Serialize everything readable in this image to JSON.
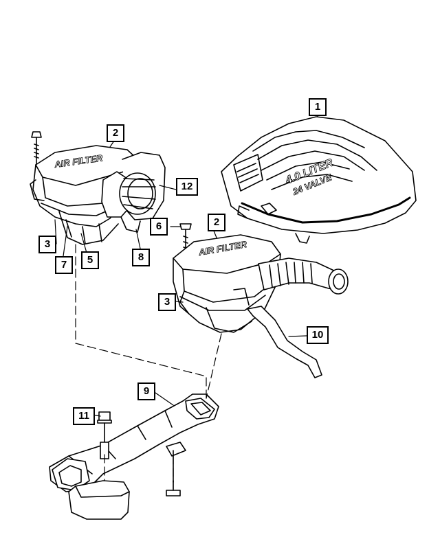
{
  "callouts": [
    {
      "id": "c1",
      "label": "1"
    },
    {
      "id": "c2a",
      "label": "2"
    },
    {
      "id": "c2b",
      "label": "2"
    },
    {
      "id": "c3a",
      "label": "3"
    },
    {
      "id": "c3b",
      "label": "3"
    },
    {
      "id": "c5",
      "label": "5"
    },
    {
      "id": "c6",
      "label": "6"
    },
    {
      "id": "c7",
      "label": "7"
    },
    {
      "id": "c8",
      "label": "8"
    },
    {
      "id": "c9",
      "label": "9"
    },
    {
      "id": "c10",
      "label": "10"
    },
    {
      "id": "c11",
      "label": "11"
    },
    {
      "id": "c12",
      "label": "12"
    }
  ],
  "engraved_text": {
    "filter_left": "AIR FILTER",
    "filter_right": "AIR FILTER",
    "cover_line1": "4.0 LITER",
    "cover_line2": "24 VALVE"
  }
}
